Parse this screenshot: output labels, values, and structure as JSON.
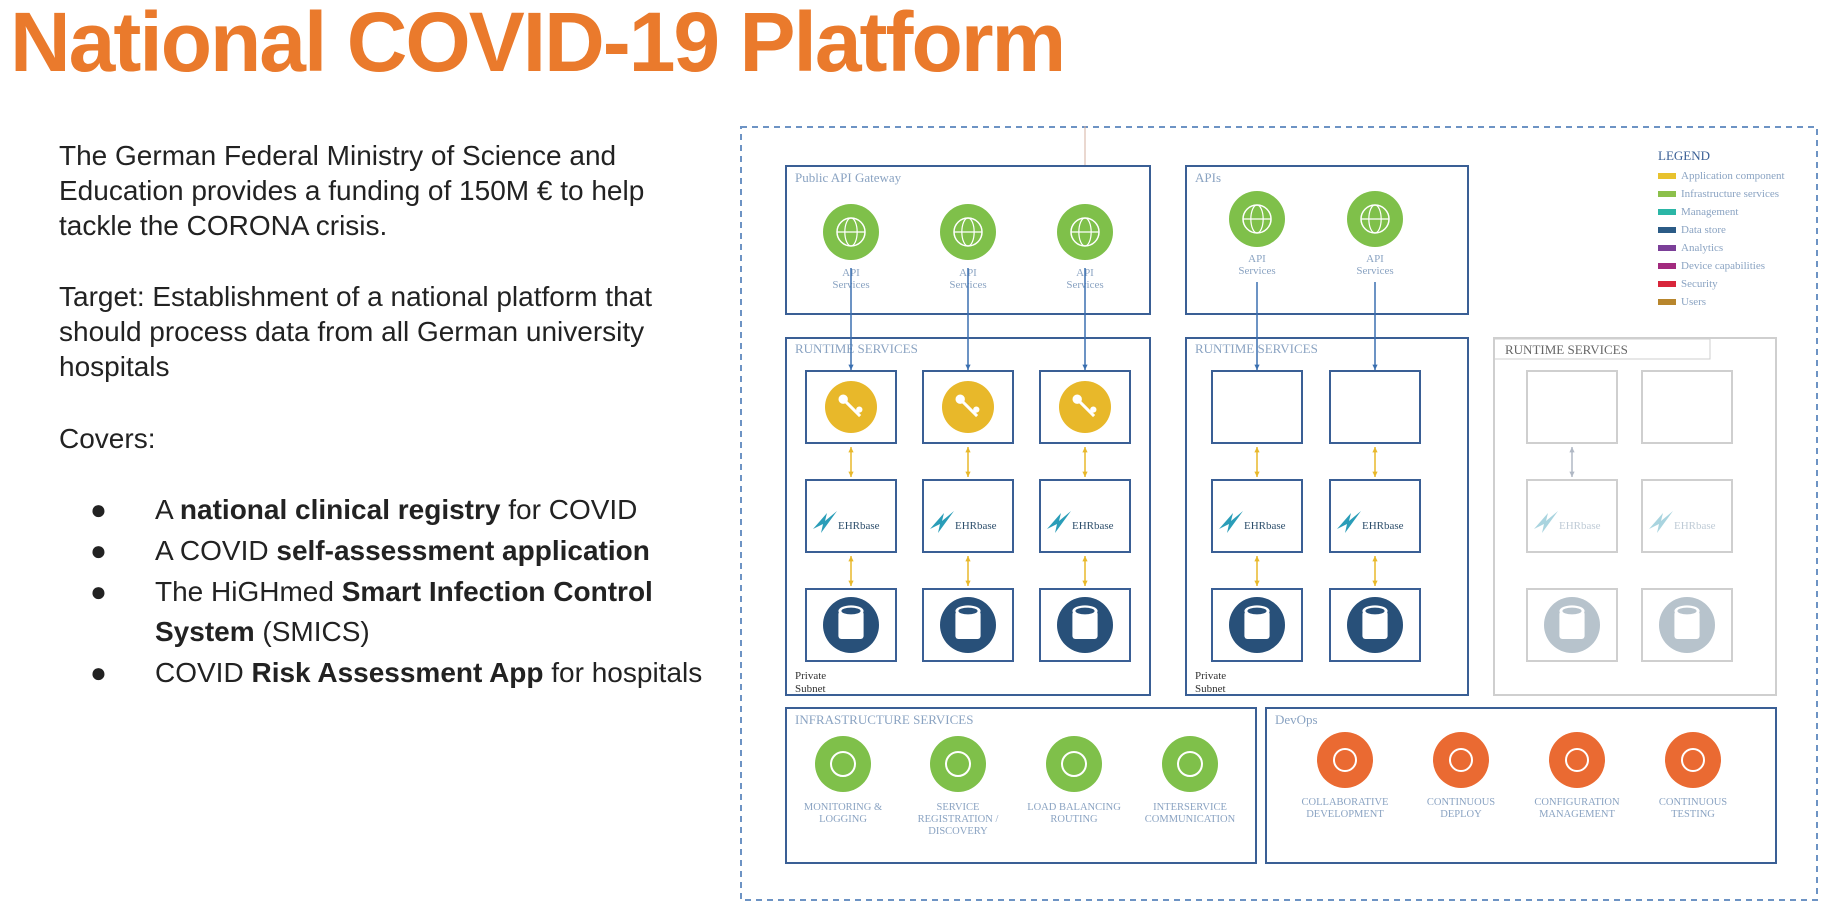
{
  "title": "National COVID-19 Platform",
  "intro": {
    "funding": "The German Federal Ministry of Science and Education provides a funding of 150M € to help tackle the CORONA crisis.",
    "target": "Target: Establishment of a national platform that should process data from all German university hospitals",
    "covers": "Covers:"
  },
  "bullets": [
    {
      "pre": "A ",
      "bold": "national clinical registry",
      "post": " for COVID"
    },
    {
      "pre": "A COVID ",
      "bold": "self-assessment application",
      "post": ""
    },
    {
      "pre": "The HiGHmed ",
      "bold": "Smart Infection Control System",
      "post": " (SMICS)"
    },
    {
      "pre": "COVID ",
      "bold": "Risk Assessment App",
      "post": " for hospitals"
    }
  ],
  "diagram": {
    "colors": {
      "frame": "#6d93c4",
      "box": "#3a5f95",
      "green": "#7fc04a",
      "yellow": "#e8b82a",
      "navy": "#285079",
      "orange": "#ea6a32",
      "faded": "#cfcfcf",
      "label": "#8aa3c2"
    },
    "public_gateway": {
      "title": "Public API Gateway",
      "items": [
        "API Services",
        "API Services",
        "API Services"
      ]
    },
    "apis": {
      "title": "APIs",
      "items": [
        "API Services",
        "API Services"
      ]
    },
    "runtime_left": {
      "title": "RUNTIME SERVICES",
      "subnet": "Private Subnet"
    },
    "runtime_mid": {
      "title": "RUNTIME SERVICES",
      "subnet": "Private Subnet"
    },
    "runtime_right": {
      "title": "RUNTIME SERVICES"
    },
    "ehrbase": "EHRbase",
    "legend": {
      "title": "LEGEND",
      "items": [
        {
          "label": "Application component",
          "color": "#e8c22e"
        },
        {
          "label": "Infrastructure services",
          "color": "#8cc04b"
        },
        {
          "label": "Management",
          "color": "#2bb6a6"
        },
        {
          "label": "Data store",
          "color": "#2b5b86"
        },
        {
          "label": "Analytics",
          "color": "#7b3f98"
        },
        {
          "label": "Device capabilities",
          "color": "#a22a7e"
        },
        {
          "label": "Security",
          "color": "#d8263b"
        },
        {
          "label": "Users",
          "color": "#b8862d"
        }
      ]
    },
    "infrastructure": {
      "title": "INFRASTRUCTURE SERVICES",
      "items": [
        {
          "l1": "MONITORING &",
          "l2": "LOGGING",
          "l3": ""
        },
        {
          "l1": "SERVICE",
          "l2": "REGISTRATION /",
          "l3": "DISCOVERY"
        },
        {
          "l1": "LOAD BALANCING",
          "l2": "ROUTING",
          "l3": ""
        },
        {
          "l1": "INTERSERVICE",
          "l2": "COMMUNICATION",
          "l3": ""
        }
      ]
    },
    "devops": {
      "title": "DevOps",
      "items": [
        {
          "l1": "COLLABORATIVE",
          "l2": "DEVELOPMENT"
        },
        {
          "l1": "CONTINUOUS",
          "l2": "DEPLOY"
        },
        {
          "l1": "CONFIGURATION",
          "l2": "MANAGEMENT"
        },
        {
          "l1": "CONTINUOUS",
          "l2": "TESTING"
        }
      ]
    }
  }
}
